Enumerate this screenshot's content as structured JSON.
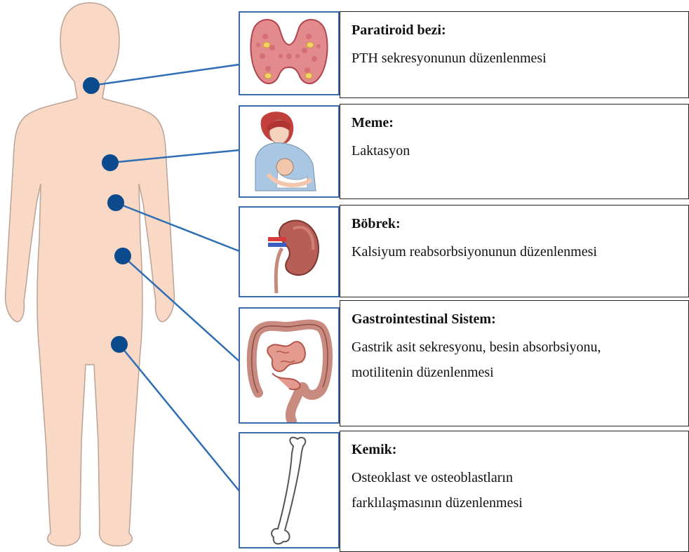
{
  "colors": {
    "body_fill": "#f9d9c6",
    "body_stroke": "#b9a296",
    "marker": "#0b4a8c",
    "connector": "#2f6eb5",
    "icon_border": "#3c6bab"
  },
  "organs": [
    {
      "title": "Paratiroid bezi:",
      "desc": [
        "PTH sekresyonunun düzenlenmesi"
      ],
      "icon": "thyroid-gland-icon"
    },
    {
      "title": "Meme:",
      "desc": [
        "Laktasyon"
      ],
      "icon": "breastfeeding-mother-icon"
    },
    {
      "title": "Böbrek:",
      "desc": [
        "Kalsiyum reabsorbsiyonunun düzenlenmesi"
      ],
      "icon": "kidney-icon"
    },
    {
      "title": "Gastrointestinal Sistem:",
      "desc": [
        "Gastrik asit sekresyonu, besin absorbsiyonu,",
        "motilitenin düzenlenmesi"
      ],
      "icon": "intestines-icon"
    },
    {
      "title": "Kemik:",
      "desc": [
        "Osteoklast ve osteoblastların",
        "farklılaşmasının düzenlenmesi"
      ],
      "icon": "femur-bone-icon"
    }
  ]
}
